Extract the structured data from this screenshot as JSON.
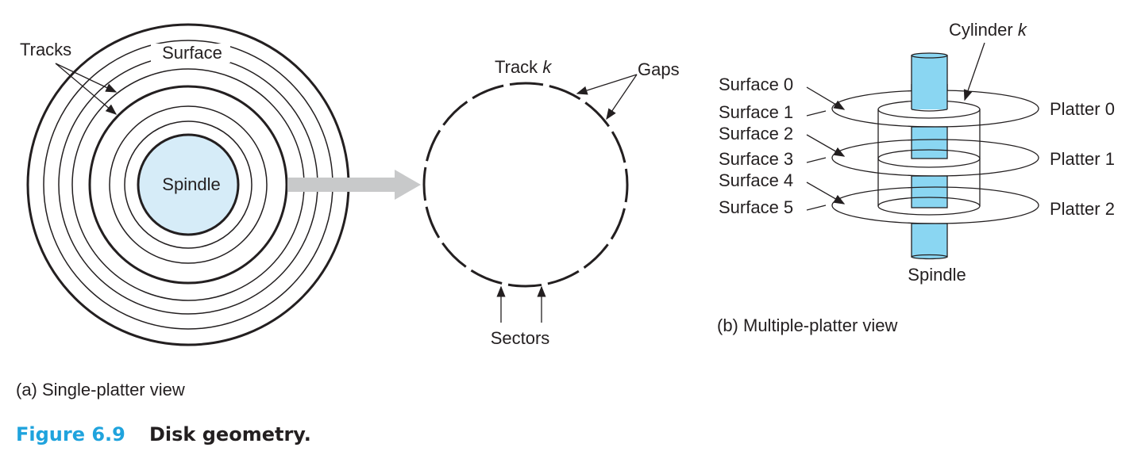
{
  "single_platter": {
    "tracks_label": "Tracks",
    "surface_label": "Surface",
    "spindle_label": "Spindle",
    "track_k_label": "Track",
    "track_k_var": "k",
    "gaps_label": "Gaps",
    "sectors_label": "Sectors",
    "caption": "(a) Single-platter view"
  },
  "multi_platter": {
    "cylinder_label": "Cylinder",
    "cylinder_var": "k",
    "surfaces": [
      "Surface 0",
      "Surface 1",
      "Surface 2",
      "Surface 3",
      "Surface 4",
      "Surface 5"
    ],
    "platters": [
      "Platter 0",
      "Platter 1",
      "Platter 2"
    ],
    "spindle_label": "Spindle",
    "caption": "(b) Multiple-platter view"
  },
  "figure": {
    "number": "Figure 6.9",
    "title": "Disk geometry."
  },
  "colors": {
    "spindle_light": "#d6ecf8",
    "spindle_cyan": "#8ad6f2",
    "arrow_gray": "#c8c9ca",
    "figure_blue": "#1fa3dd",
    "ink": "#231f20"
  }
}
